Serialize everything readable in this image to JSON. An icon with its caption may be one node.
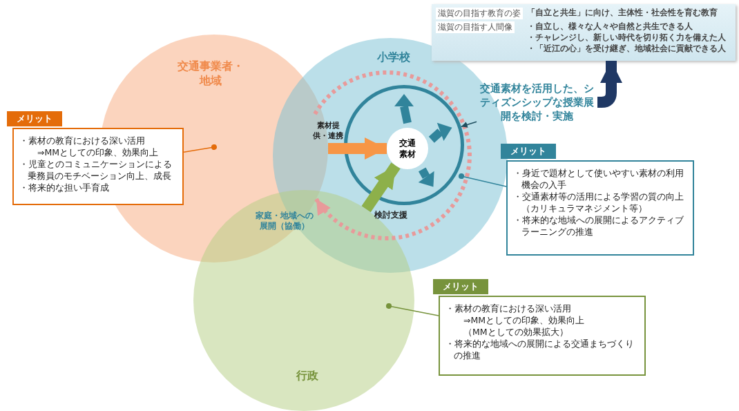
{
  "diagram": {
    "nodes": [
      {
        "text": [
          "交通事業者・地域"
        ]
      },
      {
        "text": [
          "小学校"
        ]
      },
      {
        "text": [
          "行政"
        ]
      },
      {
        "text": [],
        "shape": "circle",
        "in": 1
      },
      {
        "text": [
          "交通素材"
        ],
        "in": 3
      },
      {
        "text": [
          "交通素材を活用した、シティズンシップな授業展開を検討・実施"
        ]
      },
      {
        "text": [
          "滋賀の目指す教育の姿",
          "「自立と共生」に向け、主体性・社会性を育む教育",
          "滋賀の目指す人間像",
          "・自立し、様々な人々や自然と共生できる人",
          "・チャレンジし、新しい時代を切り拓く力を備えた人",
          "・「近江の心」を受け継ぎ、地域社会に貢献できる人"
        ]
      },
      {
        "text": [
          "メリット",
          "・素材の教育における深い活用",
          "⇒MMとしての印象、効果向上",
          "・児童とのコミュニケーションによる乗務員のモチベーション向上、成長",
          "・将来的な担い手育成"
        ]
      },
      {
        "text": [
          "メリット",
          "・身近で題材として使いやすい素材の利用機会の入手",
          "・交通素材等の活用による学習の質の向上（カリキュラマネジメント等）",
          "・将来的な地域への展開によるアクティブラーニングの推進"
        ]
      },
      {
        "text": [
          "メリット",
          "・素材の教育における深い活用",
          "⇒MMとしての印象、効果向上",
          "（MMとしての効果拡大）",
          "・将来的な地域への展開による交通まちづくりの推進"
        ]
      }
    ],
    "edges": [
      {
        "from": 0,
        "to": 4,
        "arrow": "to",
        "label": "素材提供・連携",
        "style": "thick",
        "color": "#f79646"
      },
      {
        "from": 2,
        "to": 4,
        "arrow": "to",
        "label": "検討支援",
        "style": "thick",
        "color": "#8db04a"
      },
      {
        "from": null,
        "to": 0,
        "arrow": "to",
        "label": "家庭・地域への展開（協働）",
        "style": "dashed",
        "color": "#e89a9a"
      },
      {
        "from": 5,
        "to": 3,
        "arrow": "to",
        "color": "#1f4e5f"
      },
      {
        "from": 5,
        "to": 6,
        "arrow": "to",
        "style": "thick",
        "color": "#1f3864"
      },
      {
        "from": 7,
        "to": 0,
        "arrow": "other",
        "color": "#e46c0a"
      },
      {
        "from": 8,
        "to": 1,
        "arrow": "other",
        "color": "#31849b"
      },
      {
        "from": 9,
        "to": 2,
        "arrow": "other",
        "color": "#77933c"
      }
    ]
  }
}
